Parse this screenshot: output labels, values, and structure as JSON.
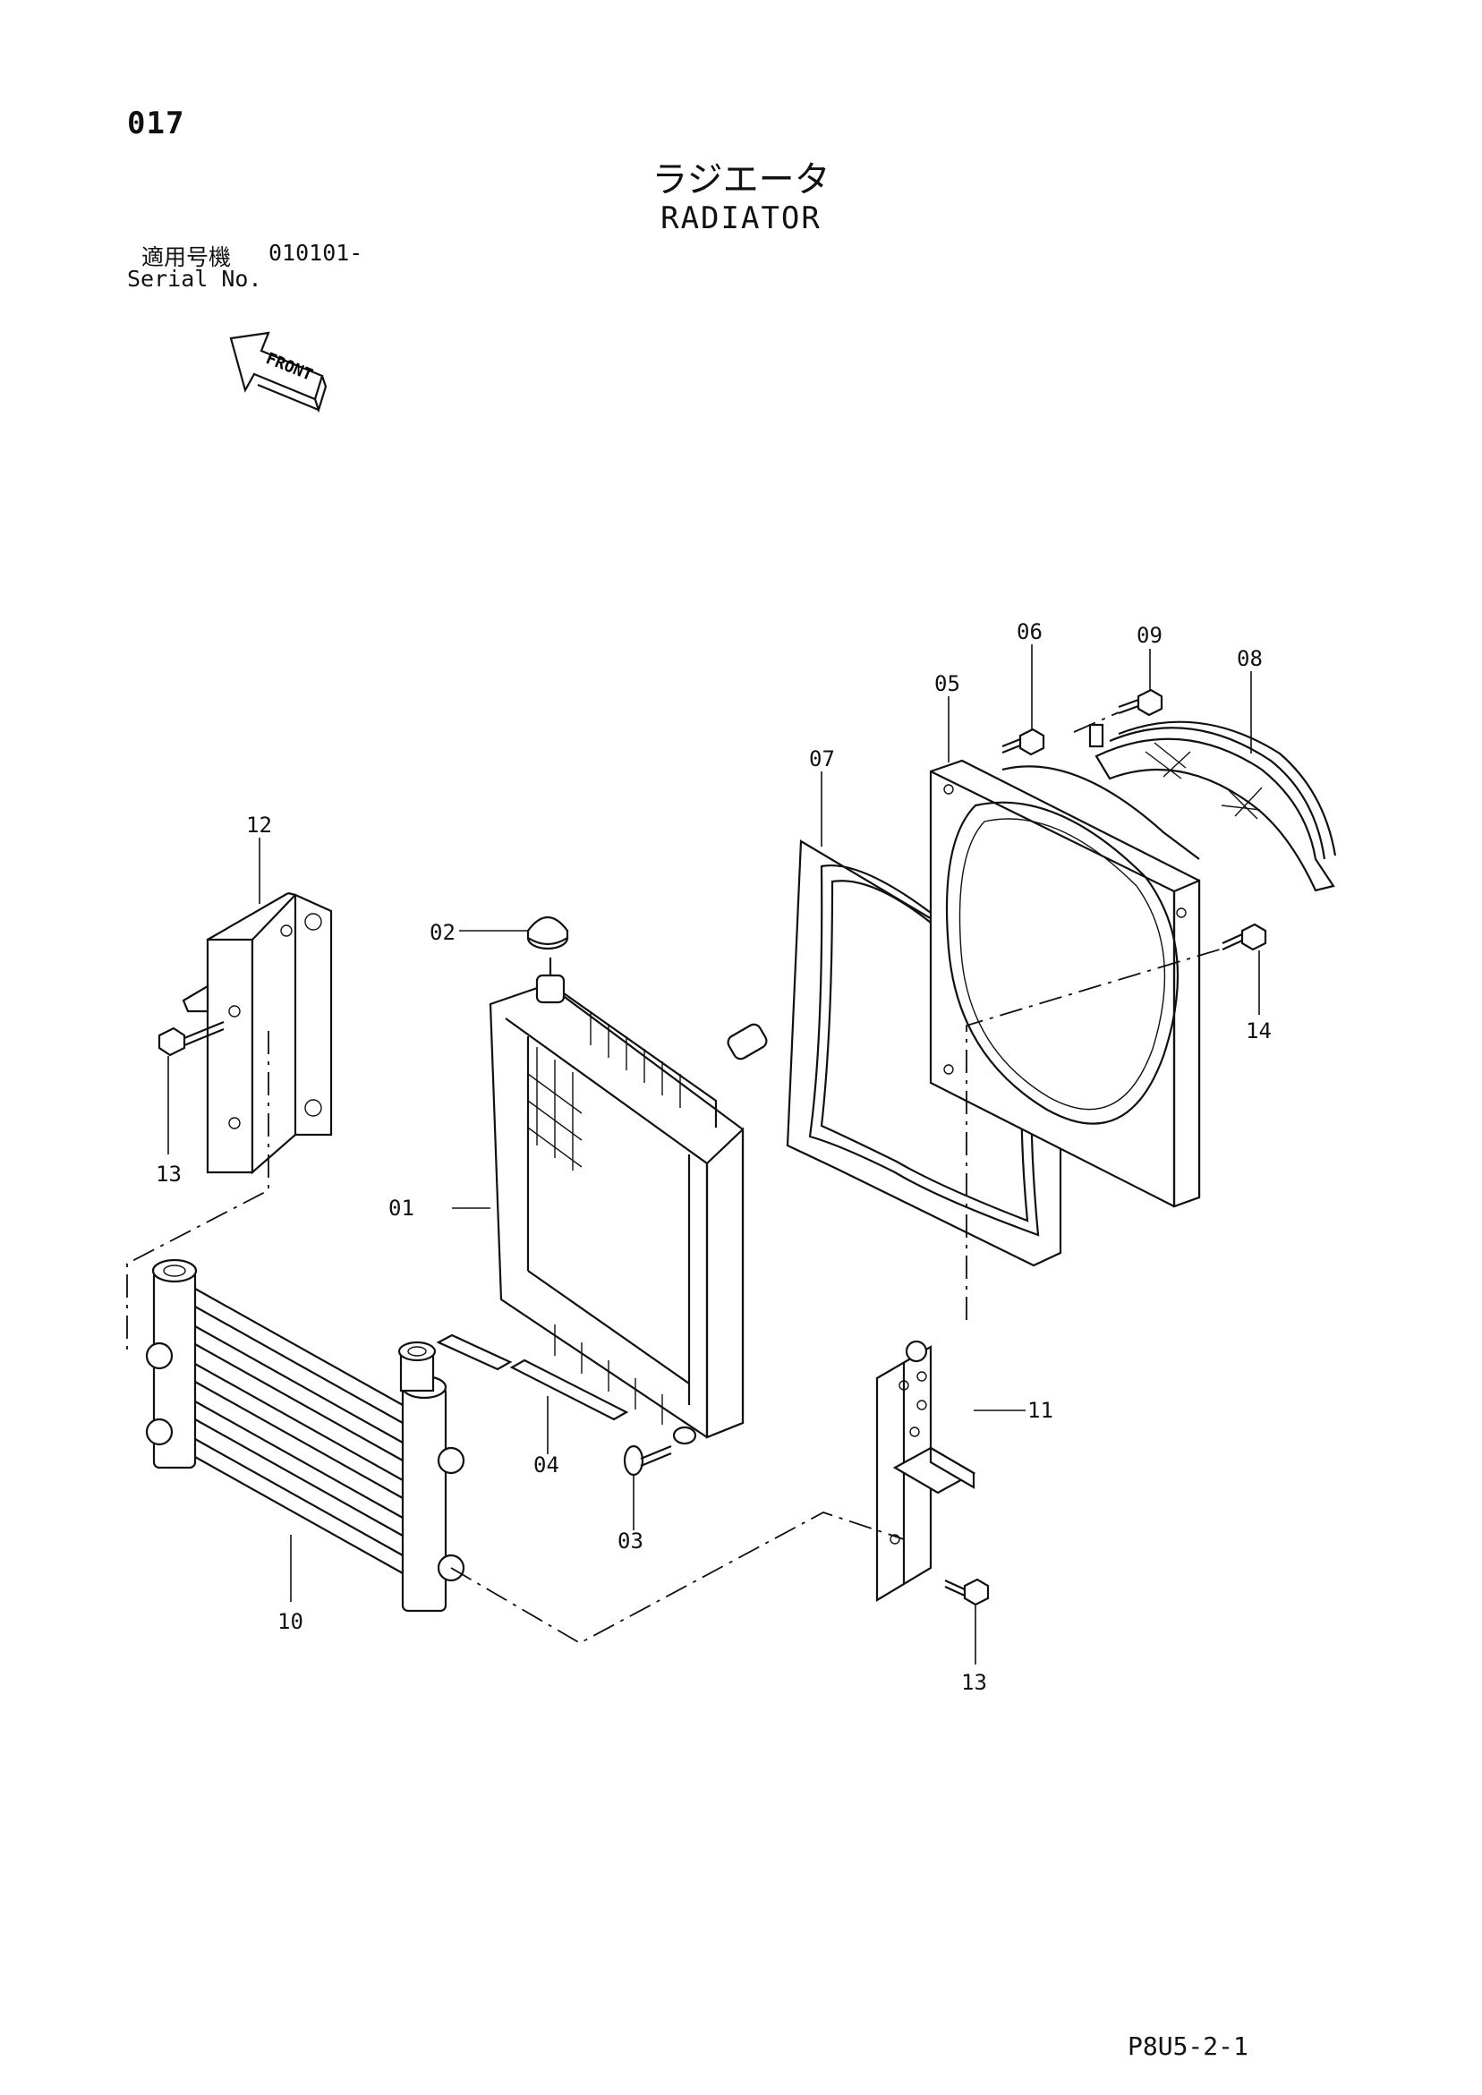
{
  "header": {
    "page_number": "017",
    "title_jp": "ラジエータ",
    "title_en": "RADIATOR",
    "serial_label_jp": "適用号機",
    "serial_value": "010101-",
    "serial_label_en": "Serial No."
  },
  "front_arrow": {
    "label": "FRONT"
  },
  "callouts": [
    "01",
    "02",
    "03",
    "04",
    "05",
    "06",
    "07",
    "08",
    "09",
    "10",
    "11",
    "12",
    "13",
    "13",
    "14"
  ],
  "footer": {
    "code": "P8U5-2-1"
  }
}
